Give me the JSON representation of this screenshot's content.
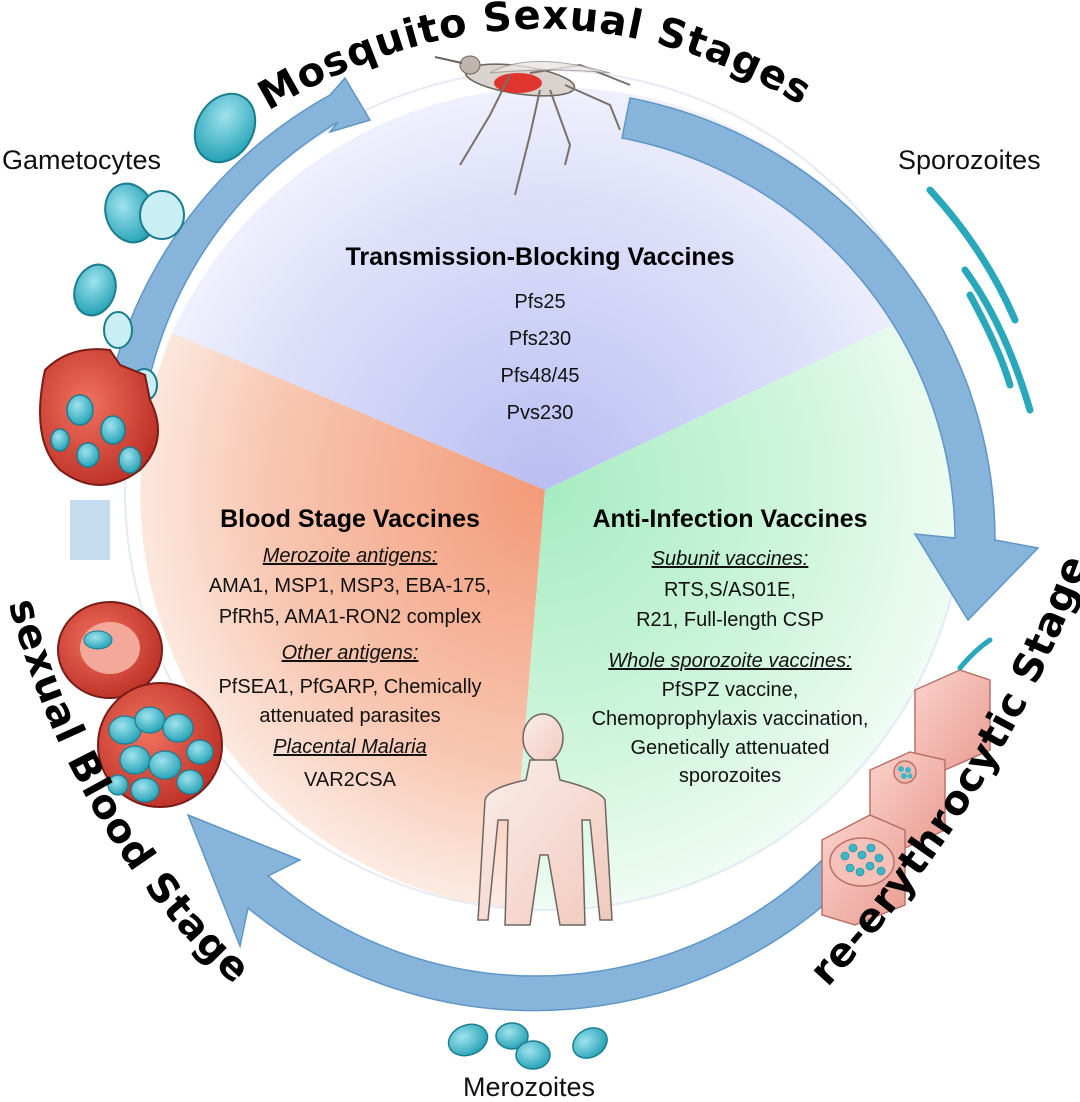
{
  "stages": {
    "mosquito": "Mosquito Sexual Stages",
    "pre_erythrocytic": "Pre-erythrocytic Stages",
    "asexual": "Asexual Blood Stages"
  },
  "life_forms": {
    "gametocytes": "Gametocytes",
    "sporozoites": "Sporozoites",
    "merozoites": "Merozoites"
  },
  "sections": {
    "transmission": {
      "title": "Transmission-Blocking Vaccines",
      "items": [
        "Pfs25",
        "Pfs230",
        "Pfs48/45",
        "Pvs230"
      ]
    },
    "blood": {
      "title": "Blood Stage Vaccines",
      "sub1": "Merozoite antigens:",
      "sub1_lines": [
        "AMA1, MSP1, MSP3, EBA-175,",
        "PfRh5, AMA1-RON2 complex"
      ],
      "sub2": "Other antigens:",
      "sub2_lines": [
        "PfSEA1, PfGARP, Chemically",
        "attenuated parasites"
      ],
      "sub3": "Placental Malaria",
      "sub3_lines": [
        "VAR2CSA"
      ]
    },
    "anti_infection": {
      "title": "Anti-Infection Vaccines",
      "sub1": "Subunit vaccines:",
      "sub1_lines": [
        "RTS,S/AS01E,",
        "R21, Full-length CSP"
      ],
      "sub2": "Whole sporozoite vaccines:",
      "sub2_lines": [
        "PfSPZ vaccine,",
        "Chemoprophylaxis vaccination,",
        "Genetically attenuated",
        "sporozoites"
      ]
    }
  },
  "colors": {
    "arrow": "#7fb0d8",
    "transmission_fill": "#c9cdf4",
    "blood_fill": "#f6b79c",
    "anti_infection_fill": "#bff0cf",
    "parasite": "#3bb8c8",
    "cell": "#e0453a"
  }
}
